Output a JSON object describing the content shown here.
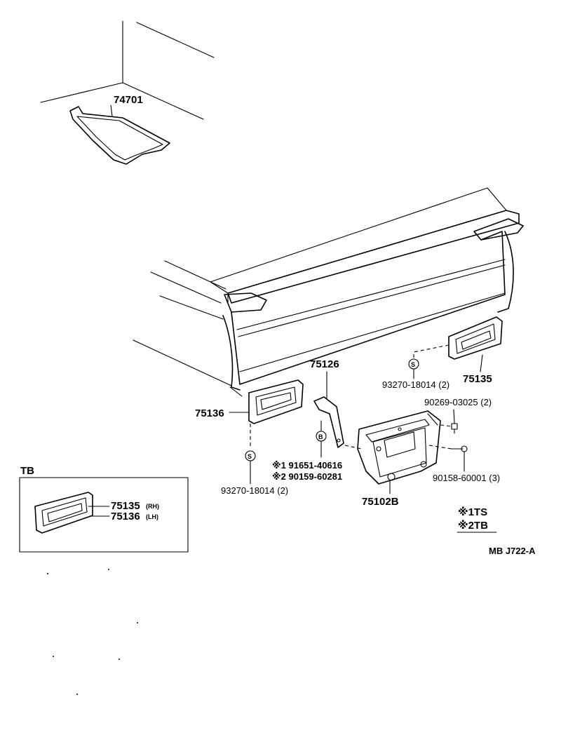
{
  "parts": {
    "p74701": "74701",
    "p75126": "75126",
    "p75136": "75136",
    "p75135": "75135",
    "p75102b": "75102B",
    "screw_right": "93270-18014 (2)",
    "screw_left": "93270-18014 (2)",
    "bolt_upper": "90269-03025 (2)",
    "bolt_lower": "90158-60001 (3)",
    "note1_line": "※1 91651-40616",
    "note2_line": "※2 90159-60281",
    "s_symbol": "S",
    "b_symbol": "B"
  },
  "inset": {
    "title": "TB",
    "rh_part": "75135",
    "rh_side": "(RH)",
    "lh_part": "75136",
    "lh_side": "(LH)"
  },
  "legend": {
    "ts": "※1TS",
    "tb": "※2TB"
  },
  "ref_code": "MB  J722-A"
}
